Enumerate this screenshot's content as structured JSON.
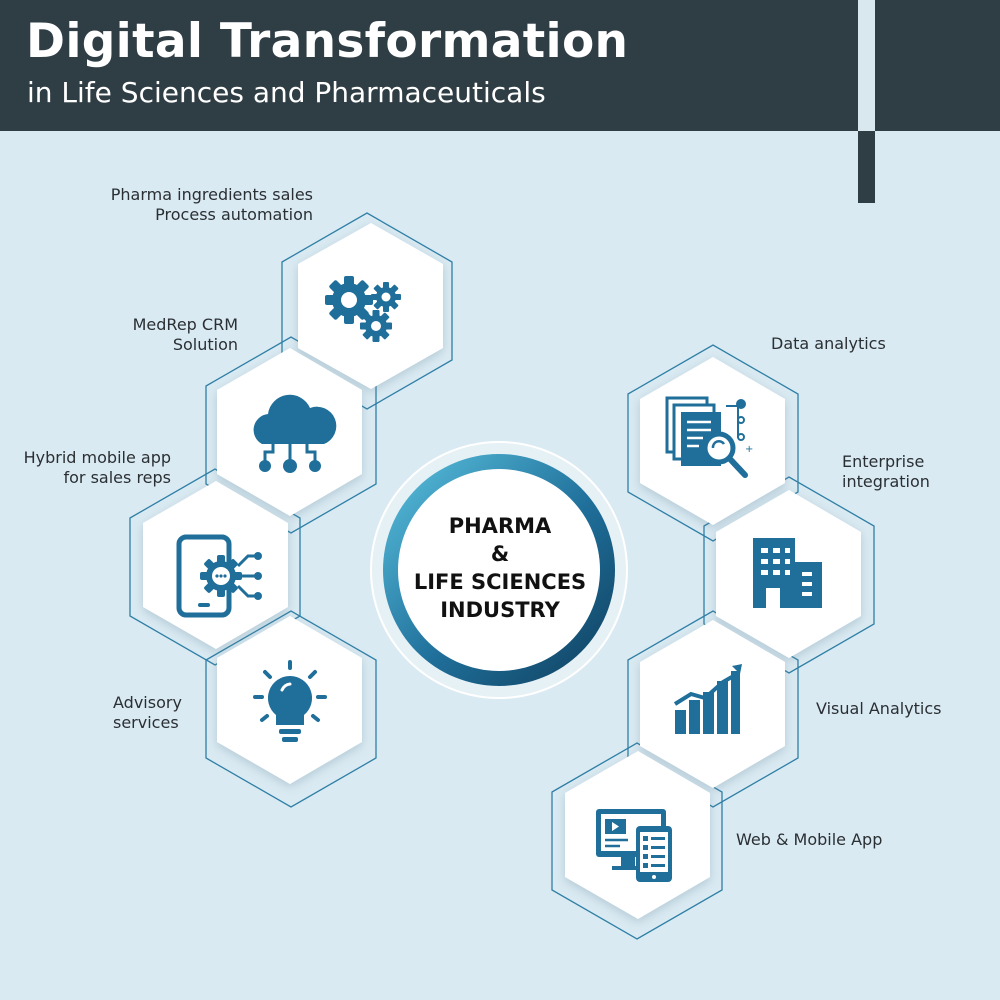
{
  "header": {
    "title": "Digital Transformation",
    "subtitle": "in Life Sciences and Pharmaceuticals"
  },
  "center": {
    "line1": "PHARMA",
    "line2": "&",
    "line3": "LIFE SCIENCES",
    "line4": "INDUSTRY"
  },
  "left_items": [
    {
      "line1": "Pharma ingredients sales",
      "line2": "Process automation",
      "icon": "gears-icon"
    },
    {
      "line1": "MedRep CRM",
      "line2": "Solution",
      "icon": "cloud-network-icon"
    },
    {
      "line1": "Hybrid mobile app",
      "line2": "for sales reps",
      "icon": "mobile-gear-icon"
    },
    {
      "line1": "Advisory",
      "line2": "services",
      "icon": "lightbulb-icon"
    }
  ],
  "right_items": [
    {
      "line1": "Data analytics",
      "line2": "",
      "icon": "document-search-icon"
    },
    {
      "line1": "Enterprise",
      "line2": "integration",
      "icon": "buildings-icon"
    },
    {
      "line1": "Visual Analytics",
      "line2": "",
      "icon": "bar-chart-icon"
    },
    {
      "line1": "Web & Mobile App",
      "line2": "",
      "icon": "devices-icon"
    }
  ],
  "colors": {
    "header_bg": "#2f3d44",
    "page_bg": "#daeaf2",
    "icon_blue": "#1f6f9a",
    "accent_blue": "#1a5f8a",
    "ring_light": "#4eb0d0"
  }
}
